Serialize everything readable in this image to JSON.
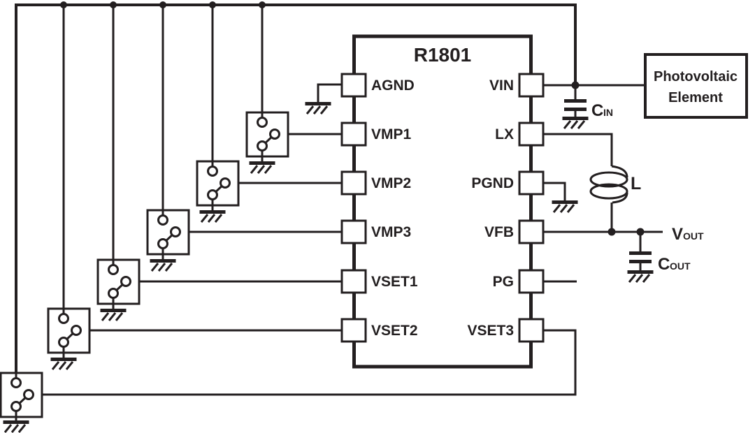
{
  "colors": {
    "line": "#231f20",
    "background": "#ffffff"
  },
  "ic": {
    "title": "R1801",
    "left_pins": [
      "AGND",
      "VMP1",
      "VMP2",
      "VMP3",
      "VSET1",
      "VSET2"
    ],
    "right_pins": [
      "VIN",
      "LX",
      "PGND",
      "VFB",
      "PG",
      "VSET3"
    ]
  },
  "components": {
    "photovoltaic_line1": "Photovoltaic",
    "photovoltaic_line2": "Element",
    "inductor_label": "L",
    "cin_main": "C",
    "cin_sub": "IN",
    "cout_main": "C",
    "cout_sub": "OUT",
    "vout_main": "V",
    "vout_sub": "OUT"
  }
}
